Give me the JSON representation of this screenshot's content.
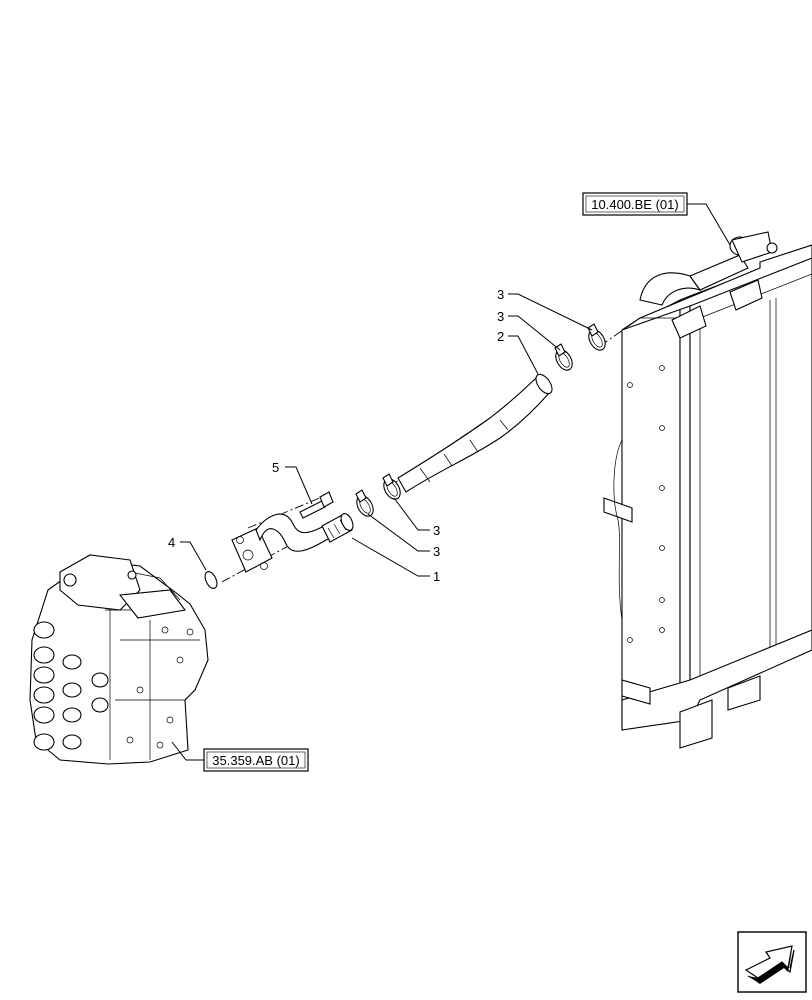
{
  "references": {
    "radiator": "10.400.BE (01)",
    "valve": "35.359.AB (01)"
  },
  "callouts": {
    "c1": "1",
    "c2": "2",
    "c3a": "3",
    "c3b": "3",
    "c3c": "3",
    "c3d": "3",
    "c4": "4",
    "c5": "5"
  },
  "icons": {
    "nav": "next-page-arrow-icon"
  }
}
